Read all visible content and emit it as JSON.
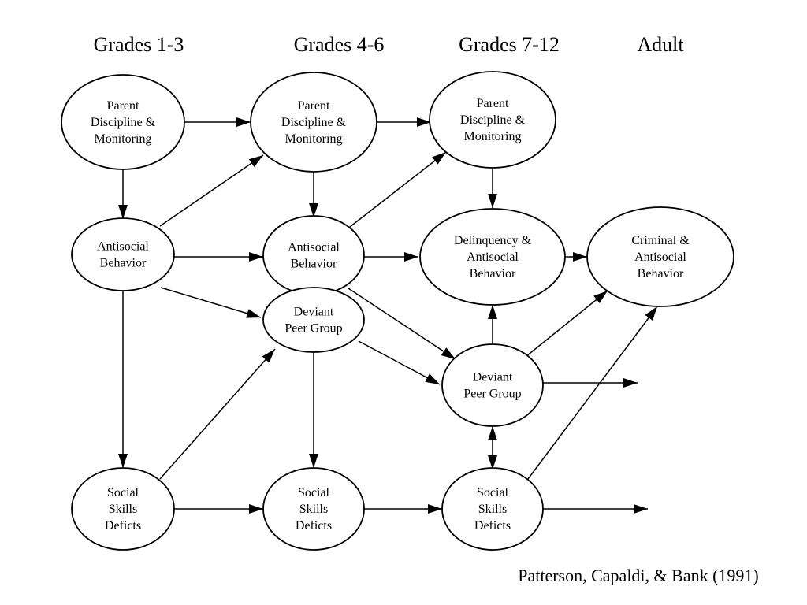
{
  "headers": {
    "grades_1_3": "Grades 1-3",
    "grades_4_6": "Grades 4-6",
    "grades_7_12": "Grades 7-12",
    "adult": "Adult"
  },
  "nodes": {
    "parent_g1": [
      "Parent",
      "Discipline &",
      "Monitoring"
    ],
    "parent_g4": [
      "Parent",
      "Discipline &",
      "Monitoring"
    ],
    "parent_g7": [
      "Parent",
      "Discipline &",
      "Monitoring"
    ],
    "antisocial_g1": [
      "Antisocial",
      "Behavior"
    ],
    "antisocial_g4": [
      "Antisocial",
      "Behavior"
    ],
    "delinquency_g7": [
      "Delinquency &",
      "Antisocial",
      "Behavior"
    ],
    "criminal_adult": [
      "Criminal &",
      "Antisocial",
      "Behavior"
    ],
    "deviant_g4": [
      "Deviant",
      "Peer Group"
    ],
    "deviant_g7": [
      "Deviant",
      "Peer Group"
    ],
    "social_g1": [
      "Social",
      "Skills",
      "Deficts"
    ],
    "social_g4": [
      "Social",
      "Skills",
      "Deficts"
    ],
    "social_g7": [
      "Social",
      "Skills",
      "Deficts"
    ]
  },
  "citation": "Patterson, Capaldi, & Bank (1991)"
}
